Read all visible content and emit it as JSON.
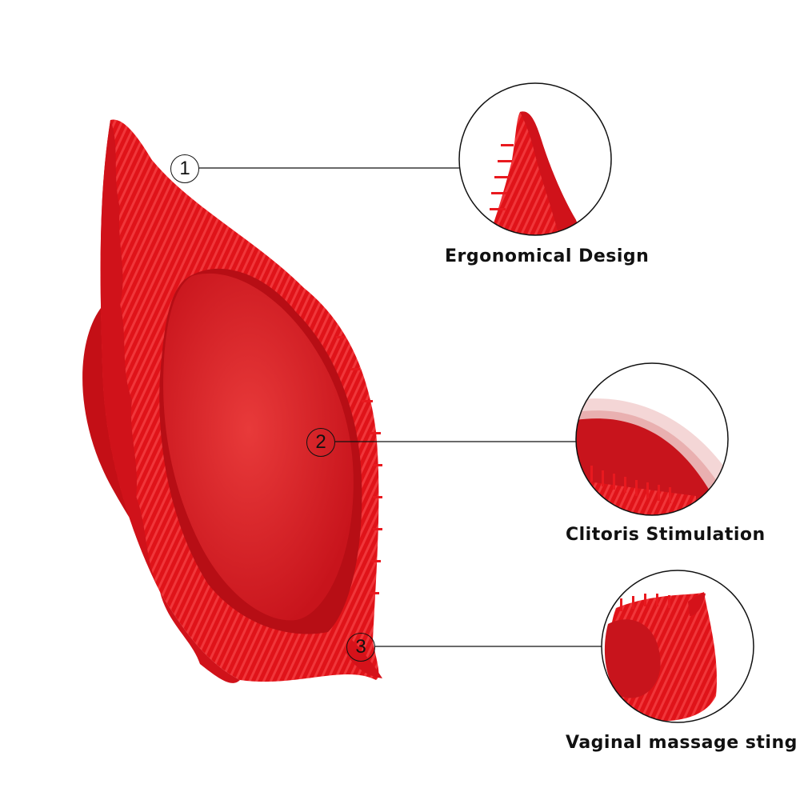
{
  "colors": {
    "product_red": "#e3121a",
    "product_dark": "#c30d14",
    "product_light": "#ef3a3a",
    "line": "#111111"
  },
  "features": [
    {
      "number": "1",
      "label": "Ergonomical Design"
    },
    {
      "number": "2",
      "label": "Clitoris Stimulation"
    },
    {
      "number": "3",
      "label": "Vaginal massage sting"
    }
  ]
}
